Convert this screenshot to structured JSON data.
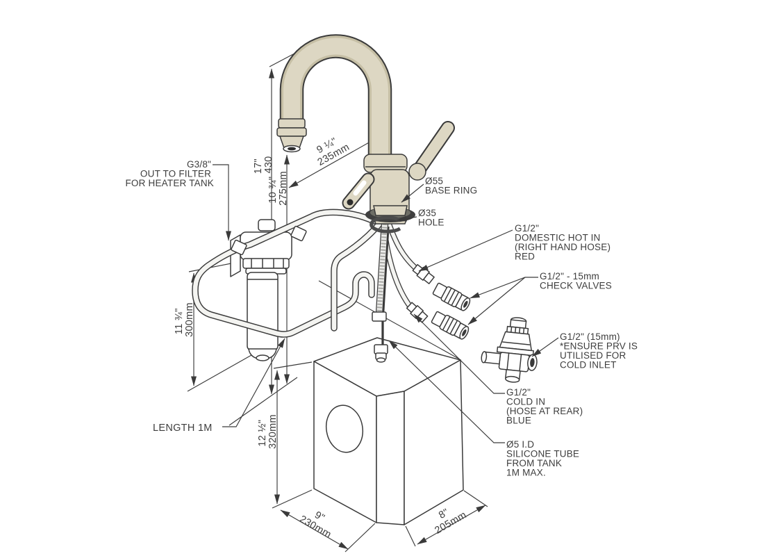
{
  "colors": {
    "line": "#3a3a3a",
    "text": "#3d3d3d",
    "faucet_fill": "#ddd7c3",
    "faucet_shade": "#c6bfa5",
    "background": "#ffffff"
  },
  "labels": {
    "filter_out": {
      "l1": "G3/8\"",
      "l2": "OUT TO FILTER",
      "l3": "FOR HEATER TANK"
    },
    "base_ring": {
      "l1": "Ø55",
      "l2": "BASE RING"
    },
    "deck_hole": {
      "l1": "Ø35",
      "l2": "HOLE"
    },
    "hot_in": {
      "l1": "G1/2\"",
      "l2": "DOMESTIC HOT IN",
      "l3": "(RIGHT HAND HOSE)",
      "l4": "RED"
    },
    "check_valves": {
      "l1": "G1/2\"  - 15mm",
      "l2": "CHECK VALVES"
    },
    "prv": {
      "l1": "G1/2\" (15mm)",
      "l2": "*ENSURE PRV IS",
      "l3": "UTILISED FOR",
      "l4": "COLD INLET"
    },
    "cold_in": {
      "l1": "G1/2\"",
      "l2": "COLD IN",
      "l3": "(HOSE AT REAR)",
      "l4": "BLUE"
    },
    "silicone_tube": {
      "l1": "Ø5 I.D",
      "l2": "SILICONE TUBE",
      "l3": "FROM TANK",
      "l4": "1M MAX."
    },
    "hose_length": "LENGTH 1M"
  },
  "dimensions": {
    "total_height": {
      "inch": "17\"",
      "mm": "430"
    },
    "spout_height": {
      "inch": "10 ¾\"",
      "mm": "275mm"
    },
    "spout_reach": {
      "inch": "9 ¼\"",
      "mm": "235mm"
    },
    "filter_height": {
      "inch": "11 ¾\"",
      "mm": "300mm"
    },
    "tank_height": {
      "inch": "12 ½\"",
      "mm": "320mm"
    },
    "tank_width": {
      "inch": "9\"",
      "mm": "230mm"
    },
    "tank_depth": {
      "inch": "8\"",
      "mm": "205mm"
    }
  }
}
